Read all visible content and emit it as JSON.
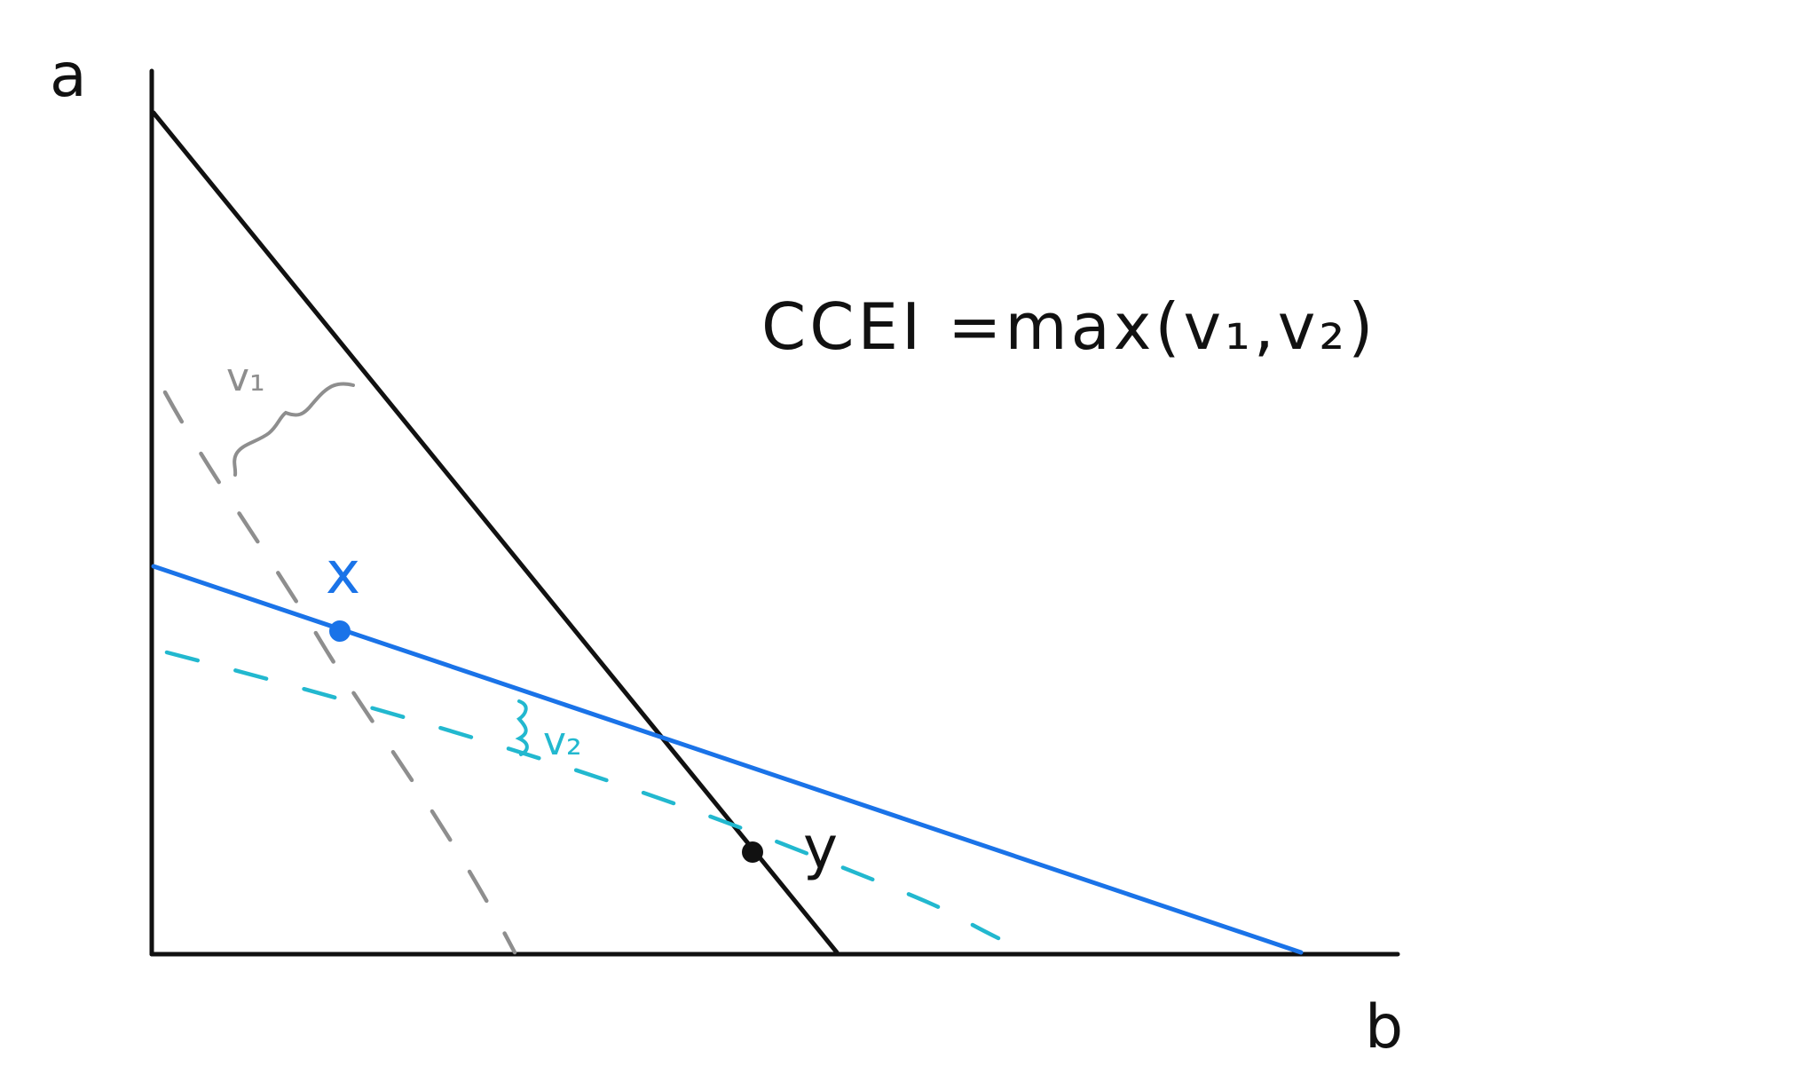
{
  "axes": {
    "y_label": "a",
    "x_label": "b"
  },
  "points": {
    "x_label": "x",
    "y_label": "y"
  },
  "formula": {
    "text": "CCEI =max(v₁,v₂)"
  },
  "measures": {
    "v1_label": "v₁",
    "v2_label": "v₂"
  },
  "colors": {
    "ink": "#111111",
    "blue_budget": "#1a73e8",
    "cyan_dashed": "#22b8cf",
    "gray_dashed": "#8e8e8e"
  }
}
